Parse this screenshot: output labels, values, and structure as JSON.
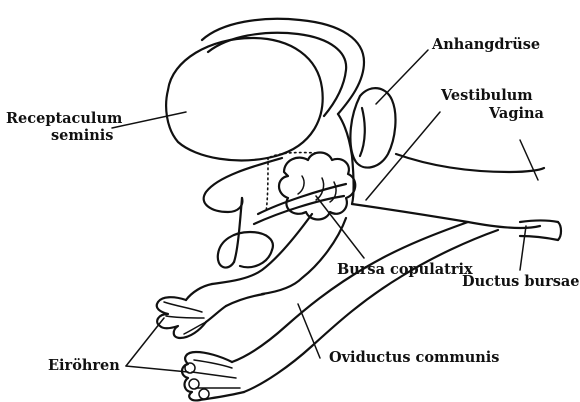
{
  "figure": {
    "labels": {
      "receptaculum_line1": "Receptaculum",
      "receptaculum_line2": "seminis",
      "anhangdruese": "Anhangdrüse",
      "vestibulum": "Vestibulum",
      "vagina": "Vagina",
      "ductus_bursae": "Ductus bursae",
      "bursa_copulatrix": "Bursa copulatrix",
      "eiroehren": "Eiröhren",
      "oviductus_communis": "Oviductus communis"
    }
  }
}
